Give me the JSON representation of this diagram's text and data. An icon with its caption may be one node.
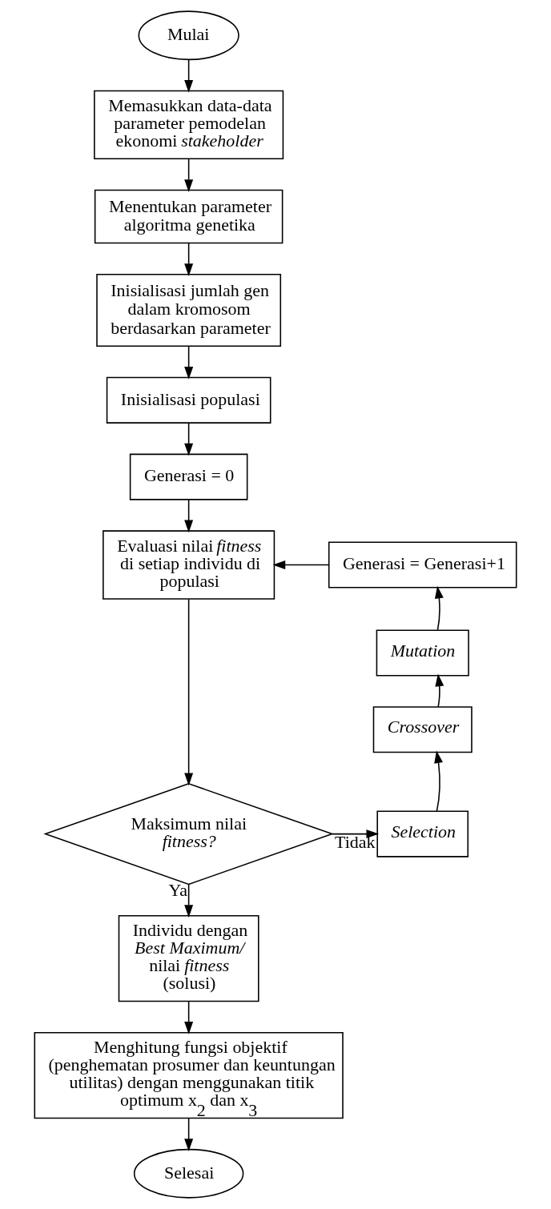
{
  "diagram": {
    "nodes": [
      {
        "text": [
          "Mulai"
        ]
      },
      {
        "text": [
          "Memasukkan data-data parameter pemodelan ekonomi *stakeholder*"
        ]
      },
      {
        "text": [
          "Menentukan parameter algoritma genetika"
        ]
      },
      {
        "text": [
          "Inisialisasi jumlah gen dalam kromosom berdasarkan parameter"
        ]
      },
      {
        "text": [
          "Inisialisasi populasi"
        ]
      },
      {
        "text": [
          "Generasi = 0"
        ]
      },
      {
        "text": [
          "Evaluasi nilai *fitness* di setiap individu di populasi"
        ]
      },
      {
        "text": [
          "Maksimum nilai *fitness?*"
        ]
      },
      {
        "text": [
          "*Selection*"
        ]
      },
      {
        "text": [
          "*Crossover*"
        ]
      },
      {
        "text": [
          "*Mutation*"
        ]
      },
      {
        "text": [
          "Generasi = Generasi+1"
        ]
      },
      {
        "text": [
          "Individu dengan *Best Maximum/* nilai *fitness* (solusi)"
        ]
      },
      {
        "text": [
          "Menghitung fungsi objektif (penghematan prosumer dan keuntungan utilitas) dengan menggunakan titik optimum x$_{2}$ dan x$_{3}$"
        ]
      },
      {
        "text": [
          "Selesai"
        ]
      }
    ],
    "edges": [
      {
        "from": 0,
        "to": 1,
        "arrow": "to"
      },
      {
        "from": 1,
        "to": 2,
        "arrow": "to"
      },
      {
        "from": 2,
        "to": 3,
        "arrow": "to"
      },
      {
        "from": 3,
        "to": 4,
        "arrow": "to"
      },
      {
        "from": 4,
        "to": 5,
        "arrow": "to"
      },
      {
        "from": 5,
        "to": 6,
        "arrow": "to"
      },
      {
        "from": 6,
        "to": 7,
        "arrow": "to"
      },
      {
        "from": 7,
        "to": 8,
        "arrow": "to",
        "label": "Tidak"
      },
      {
        "from": 8,
        "to": 9,
        "arrow": "to"
      },
      {
        "from": 9,
        "to": 10,
        "arrow": "to"
      },
      {
        "from": 10,
        "to": 11,
        "arrow": "to"
      },
      {
        "from": 11,
        "to": 6,
        "arrow": "to"
      },
      {
        "from": 7,
        "to": 12,
        "arrow": "to",
        "label": "Ya"
      },
      {
        "from": 12,
        "to": 13,
        "arrow": "to"
      },
      {
        "from": 13,
        "to": 14,
        "arrow": "to"
      }
    ]
  }
}
